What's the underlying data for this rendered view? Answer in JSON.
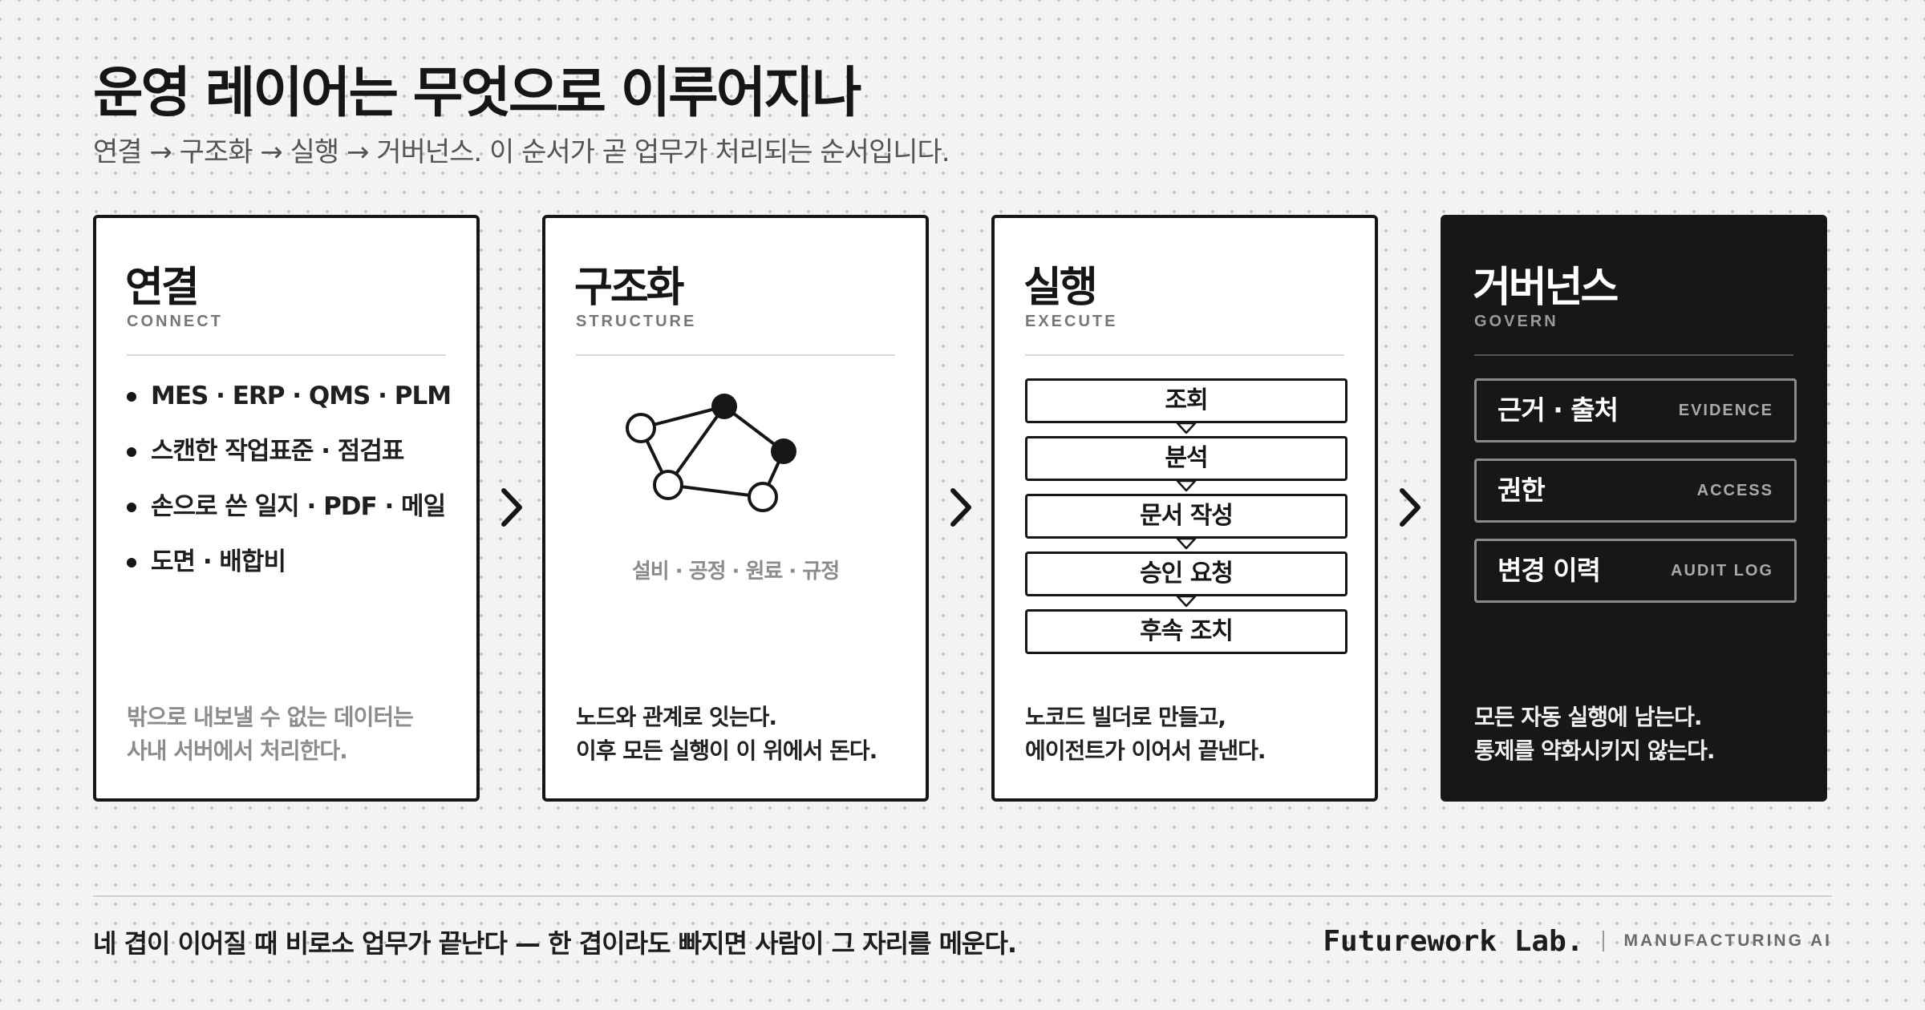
{
  "header": {
    "title": "운영 레이어는 무엇으로 이루어지나",
    "subtitle": "연결 → 구조화 → 실행 → 거버넌스. 이 순서가 곧 업무가 처리되는 순서입니다."
  },
  "stages": [
    {
      "title": "연결",
      "subtitle": "CONNECT",
      "items": [
        "MES · ERP · QMS · PLM",
        "스캔한 작업표준 · 점검표",
        "손으로 쓴 일지 · PDF · 메일",
        "도면 · 배합비"
      ],
      "footer": [
        "밖으로 내보낼 수 없는 데이터는",
        "사내 서버에서 처리한다."
      ]
    },
    {
      "title": "구조화",
      "subtitle": "STRUCTURE",
      "graph_caption": "설비 · 공정 · 원료 · 규정",
      "footer": [
        "노드와 관계로 잇는다.",
        "이후 모든 실행이 이 위에서 돈다."
      ]
    },
    {
      "title": "실행",
      "subtitle": "EXECUTE",
      "steps": [
        "조회",
        "분석",
        "문서 작성",
        "승인 요청",
        "후속 조치"
      ],
      "footer": [
        "노코드 빌더로 만들고,",
        "에이전트가 이어서 끝낸다."
      ]
    },
    {
      "title": "거버넌스",
      "subtitle": "GOVERN",
      "items": [
        {
          "label": "근거 · 출처",
          "tag": "EVIDENCE"
        },
        {
          "label": "권한",
          "tag": "ACCESS"
        },
        {
          "label": "변경 이력",
          "tag": "AUDIT LOG"
        }
      ],
      "footer": [
        "모든 자동 실행에 남는다.",
        "통제를 약화시키지 않는다."
      ]
    }
  ],
  "footer": {
    "text": "네 겹이 이어질 때 비로소 업무가 끝난다 — 한 겹이라도 빠지면 사람이 그 자리를 메운다.",
    "brand": "Futurework Lab.",
    "tagline": "MANUFACTURING AI"
  },
  "colors": {
    "ink": "#161616",
    "dark_card": "#171717",
    "muted": "#8c8c8c",
    "background": "#f4f4f2"
  }
}
